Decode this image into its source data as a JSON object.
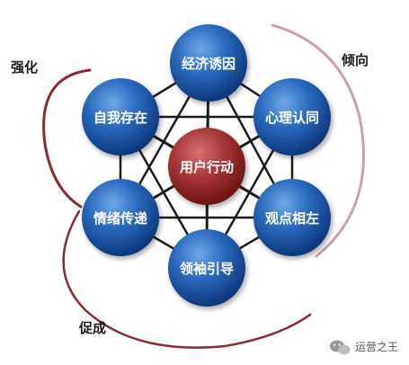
{
  "diagram": {
    "center": {
      "label": "用户行动"
    },
    "nodes": [
      {
        "key": "top",
        "label": "经济诱因"
      },
      {
        "key": "upper-right",
        "label": "心理认同"
      },
      {
        "key": "lower-right",
        "label": "观点相左"
      },
      {
        "key": "bottom",
        "label": "领袖引导"
      },
      {
        "key": "lower-left",
        "label": "情绪传递"
      },
      {
        "key": "upper-left",
        "label": "自我存在"
      }
    ],
    "arcs": [
      {
        "key": "strengthen",
        "label": "强化"
      },
      {
        "key": "tendency",
        "label": "倾向"
      },
      {
        "key": "promote",
        "label": "促成"
      }
    ]
  },
  "watermark": {
    "text": "运营之王"
  },
  "colors": {
    "node_blue_light": "#4f8fd6",
    "node_blue_dark": "#0d3f86",
    "center_red_light": "#c85454",
    "center_red_dark": "#7a1616",
    "line": "#1a1a1a",
    "arc": "#8a2a33"
  }
}
